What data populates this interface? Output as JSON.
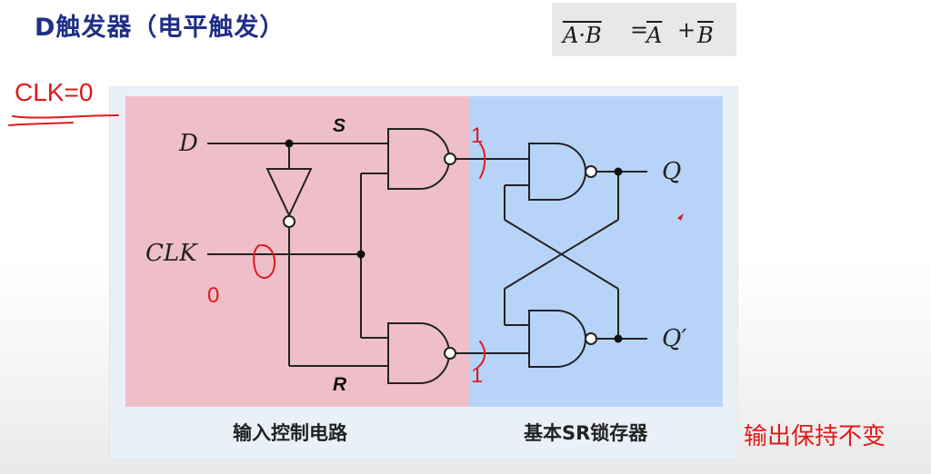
{
  "title": "D触发器（电平触发）",
  "formula": {
    "term1": "A·B",
    "eq": "=",
    "term2": "A",
    "plus": "+",
    "term3": "B"
  },
  "signals": {
    "d": "D",
    "clk": "CLK",
    "q": "Q",
    "q_prime": "Q′",
    "s": "S",
    "r": "R"
  },
  "captions": {
    "left": "输入控制电路",
    "right": "基本SR锁存器"
  },
  "annotations": {
    "clk_state": "CLK=0",
    "zero": "0",
    "one_top": "1",
    "one_bottom": "1",
    "note": "输出保持不变"
  },
  "colors": {
    "title": "#1f2f86",
    "input_zone": "#efbfc9",
    "latch_zone": "#b7d3f7",
    "annotation": "#e01a1a"
  }
}
